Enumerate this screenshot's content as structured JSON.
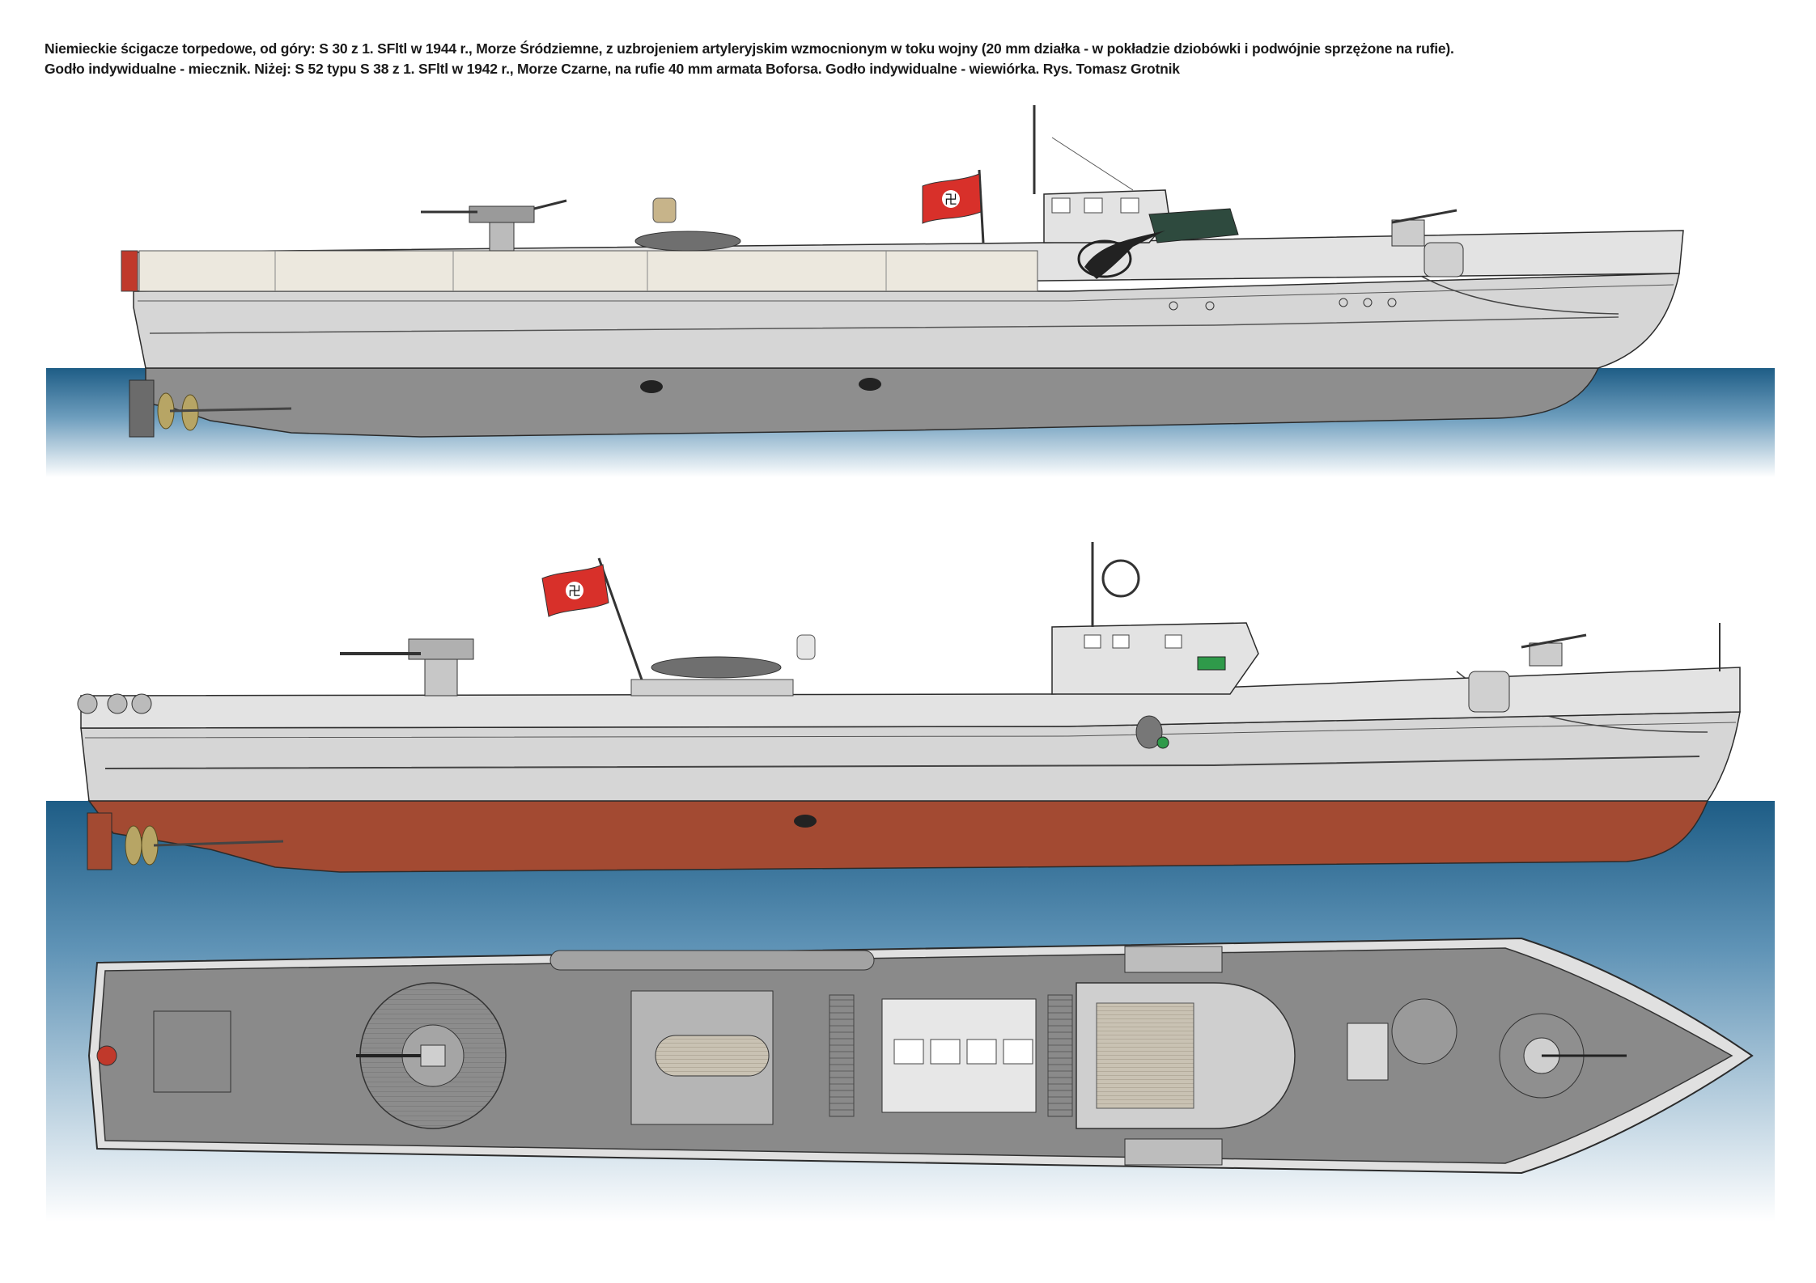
{
  "caption": {
    "line1": "Niemieckie ścigacze torpedowe, od góry: S 30 z 1. SFltl w 1944 r., Morze Śródziemne, z uzbrojeniem artyleryjskim wzmocnionym w toku wojny (20 mm działka - w pokładzie dziobówki i podwójnie sprzężone na rufie).",
    "line2": "Godło indywidualne - miecznik. Niżej: S 52 typu S 38 z 1. SFltl w 1942 r., Morze Czarne, na rufie 40 mm armata Boforsa. Godło indywidualne - wiewiórka. Rys. Tomasz Grotnik"
  },
  "colors": {
    "hull_light": "#d6d6d6",
    "hull_upper_light": "#e3e3e3",
    "waterline_gray": "#8e8e8e",
    "antifouling_red": "#a34a32",
    "sea_top": "#1e5d86",
    "deck_gray": "#8a8a8a",
    "canvas_cover": "#ece8de",
    "outline": "#2b2b2b",
    "flag_red": "#d8302a",
    "dark_green": "#2e4a3e",
    "emblem_green": "#2f9a4a"
  },
  "views": [
    {
      "id": "s30-profile",
      "icon": "swordfish-emblem-icon"
    },
    {
      "id": "s52-profile",
      "icon": "squirrel-emblem-icon"
    },
    {
      "id": "plan-view",
      "icon": "deck-plan-icon"
    }
  ]
}
